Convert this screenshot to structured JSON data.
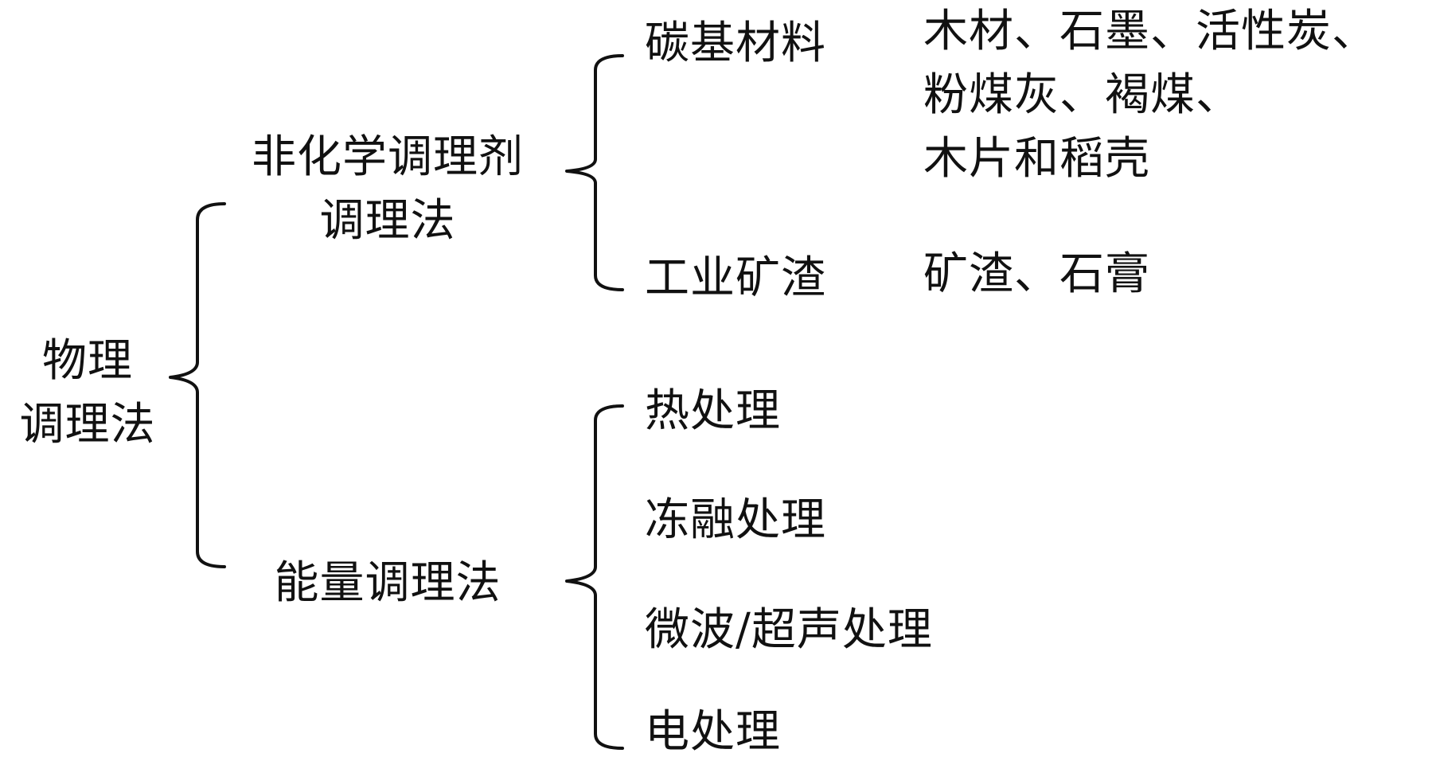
{
  "root": {
    "line1": "物理",
    "line2": "调理法"
  },
  "branches": [
    {
      "line1": "非化学调理剂",
      "line2": "调理法",
      "children": [
        {
          "label": "碳基材料",
          "examples": [
            "木材、石墨、活性炭、",
            "粉煤灰、褐煤、",
            "木片和稻壳"
          ]
        },
        {
          "label": "工业矿渣",
          "examples": [
            "矿渣、石膏"
          ]
        }
      ]
    },
    {
      "line1": "能量调理法",
      "children": [
        {
          "label": "热处理"
        },
        {
          "label": "冻融处理"
        },
        {
          "label": "微波/超声处理"
        },
        {
          "label": "电处理"
        }
      ]
    }
  ],
  "line_color": "#111111"
}
